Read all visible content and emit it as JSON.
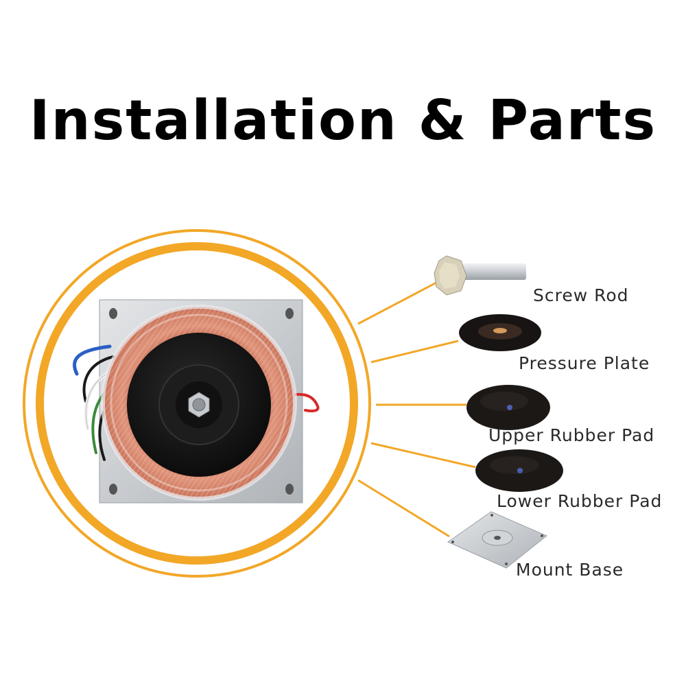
{
  "title": "Installation & Parts",
  "colors": {
    "accent": "#f2a727",
    "copper": "#c9735a",
    "disc": "#141414",
    "metal": "#c9ccd0"
  },
  "parts": [
    {
      "label": "Screw Rod",
      "icon": "screw-rod-icon"
    },
    {
      "label": "Pressure Plate",
      "icon": "pressure-plate-icon"
    },
    {
      "label": "Upper Rubber Pad",
      "icon": "upper-rubber-pad-icon"
    },
    {
      "label": "Lower Rubber Pad",
      "icon": "lower-rubber-pad-icon"
    },
    {
      "label": "Mount Base",
      "icon": "mount-base-icon"
    }
  ]
}
